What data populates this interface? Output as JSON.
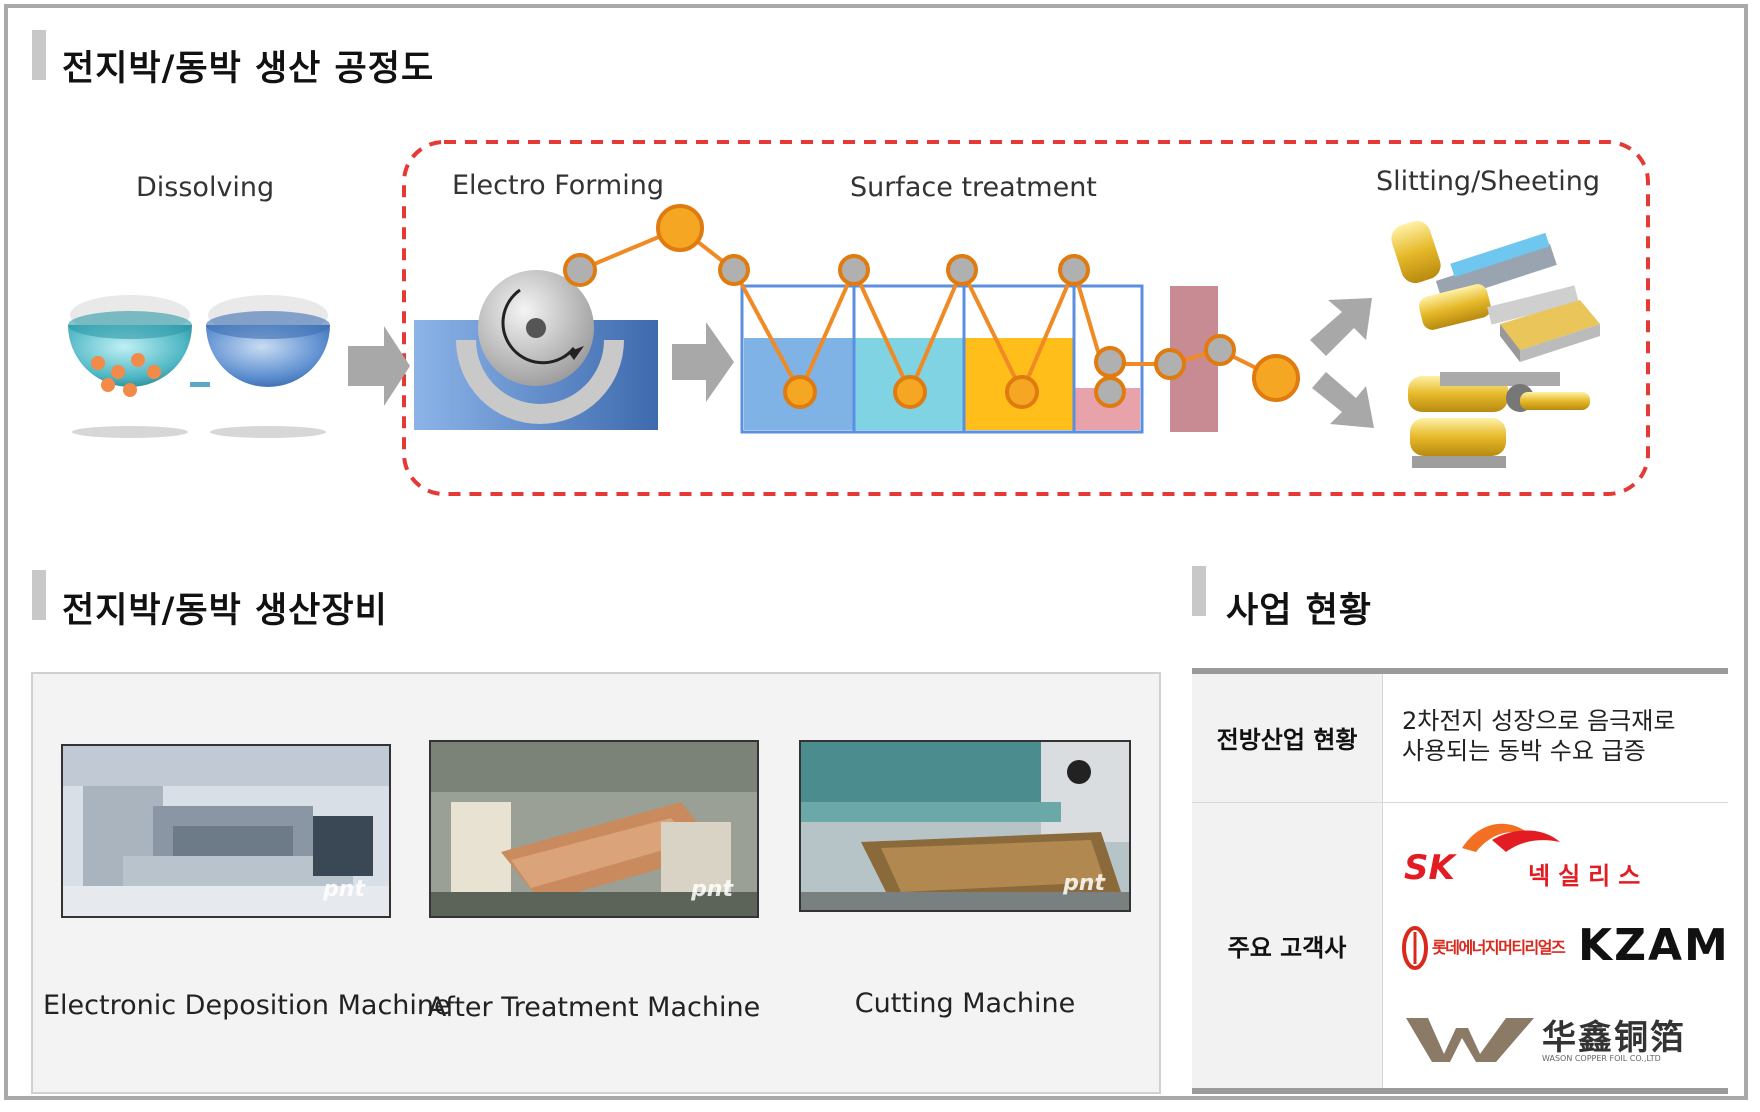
{
  "process": {
    "title": "전지박/동박 생산 공정도",
    "steps": [
      "Dissolving",
      "Electro Forming",
      "Surface treatment",
      "Slitting/Sheeting"
    ]
  },
  "equipment": {
    "title": "전지박/동박 생산장비",
    "machines": [
      {
        "label": "Electronic Deposition Machine",
        "watermark": "pnt"
      },
      {
        "label": "After Treatment Machine",
        "watermark": "pnt"
      },
      {
        "label": "Cutting Machine",
        "watermark": "pnt"
      }
    ]
  },
  "business": {
    "title": "사업 현황",
    "rows": [
      {
        "header": "전방산업 현황",
        "value_lines": [
          "2차전지 성장으로 음극재로",
          "사용되는 동박 수요 급증"
        ]
      },
      {
        "header": "주요 고객사"
      }
    ],
    "customers": {
      "sk_main": "SK",
      "sk_sub": "넥실리스",
      "lotte": "롯데에너지머티리얼즈",
      "kzam": "KZAM",
      "wason_main": "华鑫铜箔",
      "wason_sub": "WASON COPPER FOIL CO.,LTD"
    }
  },
  "colors": {
    "accent_red": "#e53935",
    "roller_orange": "#f5a623",
    "line_orange": "#f08a24",
    "bath_blue": "#7fb2e5",
    "bath_teal": "#7fd3e3",
    "bath_yellow": "#ffbe1a",
    "bath_pink": "#e8a3aa"
  }
}
